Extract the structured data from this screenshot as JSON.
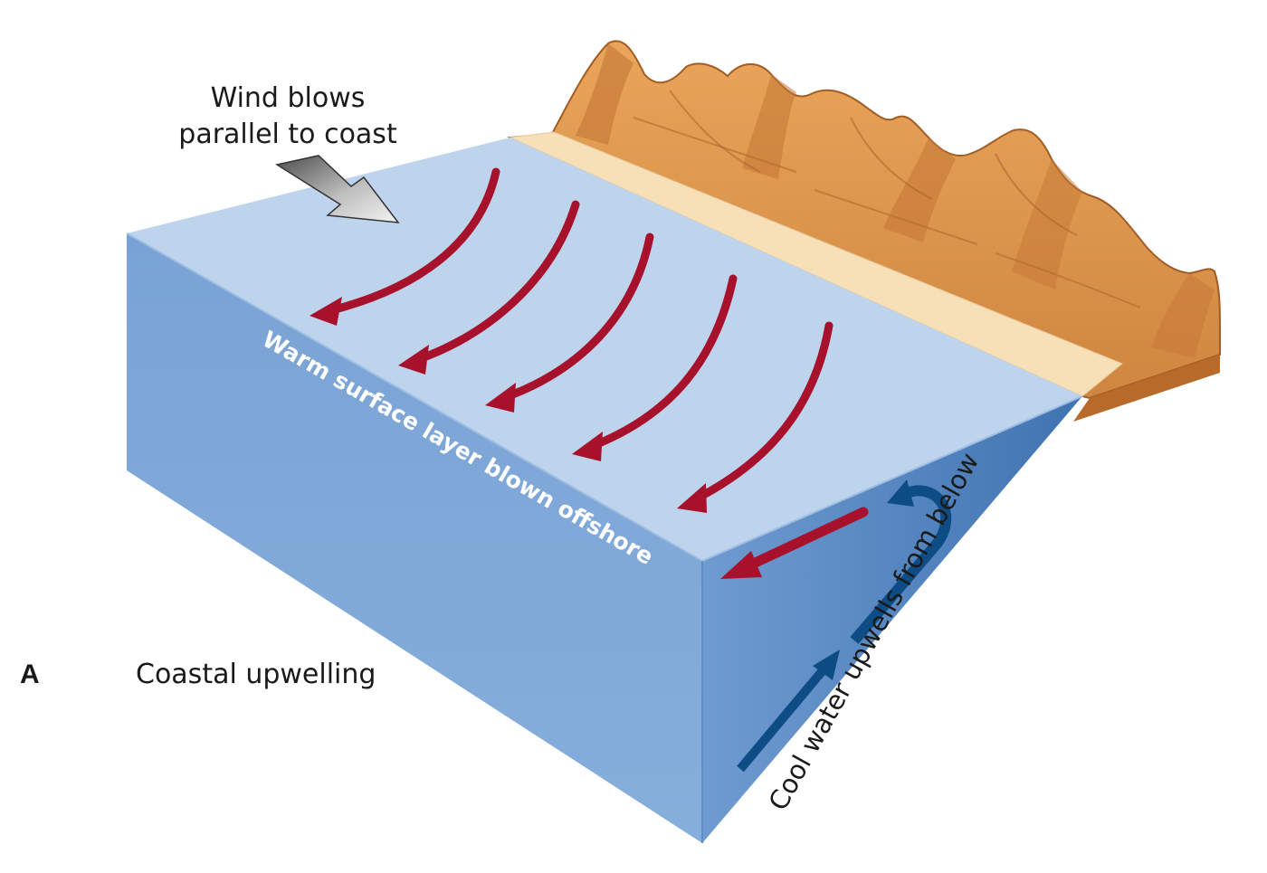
{
  "diagram": {
    "panel_letter": "A",
    "caption": "Coastal upwelling",
    "wind_label_line1": "Wind blows",
    "wind_label_line2": "parallel to coast",
    "surface_label": "Warm surface layer blown offshore",
    "upwelling_label": "Cool water upwells from below"
  },
  "colors": {
    "ocean_top": "#bed3ec",
    "ocean_front": "#7ea6d6",
    "ocean_side": "#4f82bd",
    "beach": "#f7dfb8",
    "land": "#d9954a",
    "land_dark": "#b76a2c",
    "warm_arrow": "#a8112b",
    "cool_arrow": "#0e4c86",
    "wind_arrow": "#9a9a9a"
  }
}
